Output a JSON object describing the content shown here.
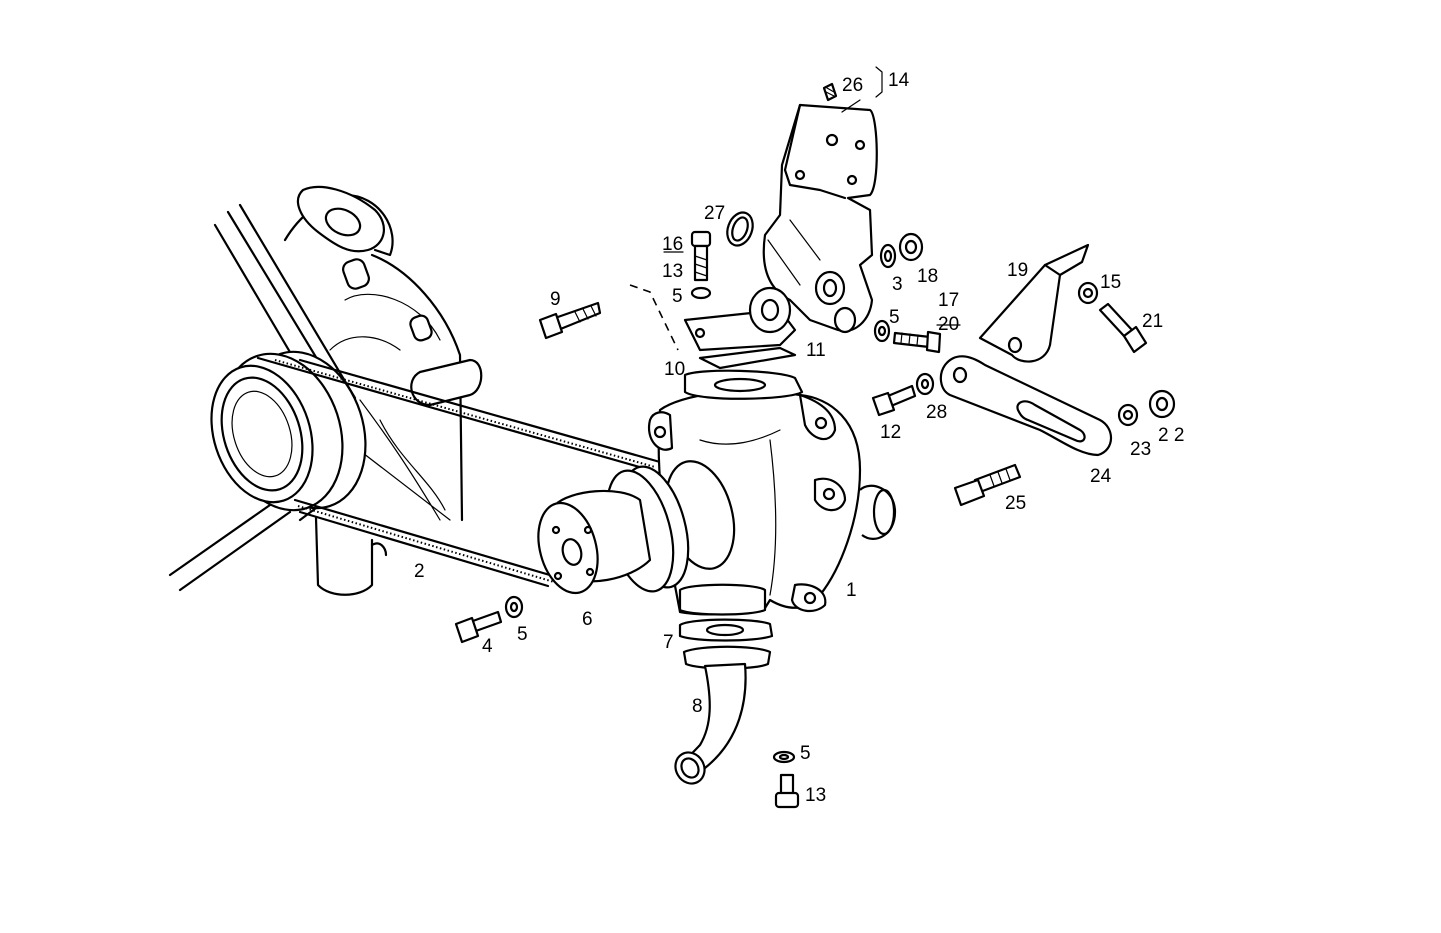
{
  "labels": {
    "l1": "1",
    "l2": "2",
    "l3": "3",
    "l4": "4",
    "l5a": "5",
    "l5b": "5",
    "l5c": "5",
    "l5d": "5",
    "l6": "6",
    "l7": "7",
    "l8": "8",
    "l9": "9",
    "l10": "10",
    "l11": "11",
    "l12": "12",
    "l13a": "13",
    "l13b": "13",
    "l14": "14",
    "l15": "15",
    "l16": "16",
    "l17": "17",
    "l18": "18",
    "l19": "19",
    "l20": "20",
    "l21": "21",
    "l22": "2 2",
    "l23": "23",
    "l24": "24",
    "l25": "25",
    "l26": "26",
    "l27": "27",
    "l28": "28"
  }
}
